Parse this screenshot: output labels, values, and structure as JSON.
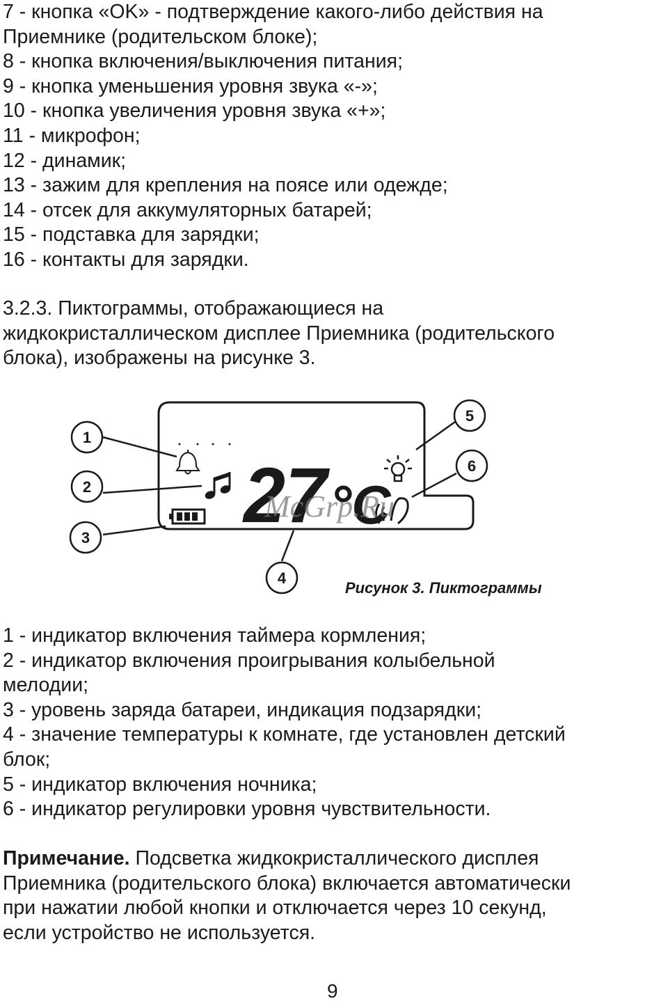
{
  "list_top": [
    "7 - кнопка «OK» - подтверждение какого-либо действия на",
    "Приемнике (родительском блоке);",
    "8 - кнопка включения/выключения питания;",
    "9 - кнопка уменьшения уровня звука «-»;",
    "10 - кнопка увеличения уровня звука «+»;",
    "11 - микрофон;",
    "12 - динамик;",
    "13 - зажим для крепления на поясе или одежде;",
    "14 - отсек  для аккумуляторных батарей;",
    "15 - подставка для зарядки;",
    "16 - контакты для зарядки."
  ],
  "section_para": [
    "3.2.3. Пиктограммы, отображающиеся на",
    "жидкокристаллическом дисплее Приемника (родительского",
    "блока), изображены на рисунке 3."
  ],
  "figure": {
    "caption": "Рисунок 3. Пиктограммы",
    "callouts": [
      "1",
      "2",
      "3",
      "4",
      "5",
      "6"
    ],
    "display_digits": "27",
    "display_unit": "°C",
    "watermark": "McGrp.Ru",
    "icons": [
      "bell-icon",
      "music-note-icon",
      "battery-icon",
      "bulb-icon",
      "sensitivity-icon"
    ]
  },
  "list_bottom": [
    "1 - индикатор включения таймера кормления;",
    "2 - индикатор включения проигрывания колыбельной",
    "мелодии;",
    "3 - уровень заряда батареи, индикация подзарядки;",
    "4 - значение температуры к комнате, где установлен детский",
    "блок;",
    "5 - индикатор включения ночника;",
    "6 - индикатор регулировки уровня чувствительности."
  ],
  "note": {
    "label": "Примечание.",
    "line1_rest": " Подсветка жидкокристаллического дисплея",
    "lines": [
      "Приемника (родительского блока) включается автоматически",
      "при нажатии любой кнопки и отключается через 10 секунд,",
      "если устройство не используется."
    ]
  },
  "page_number": "9"
}
